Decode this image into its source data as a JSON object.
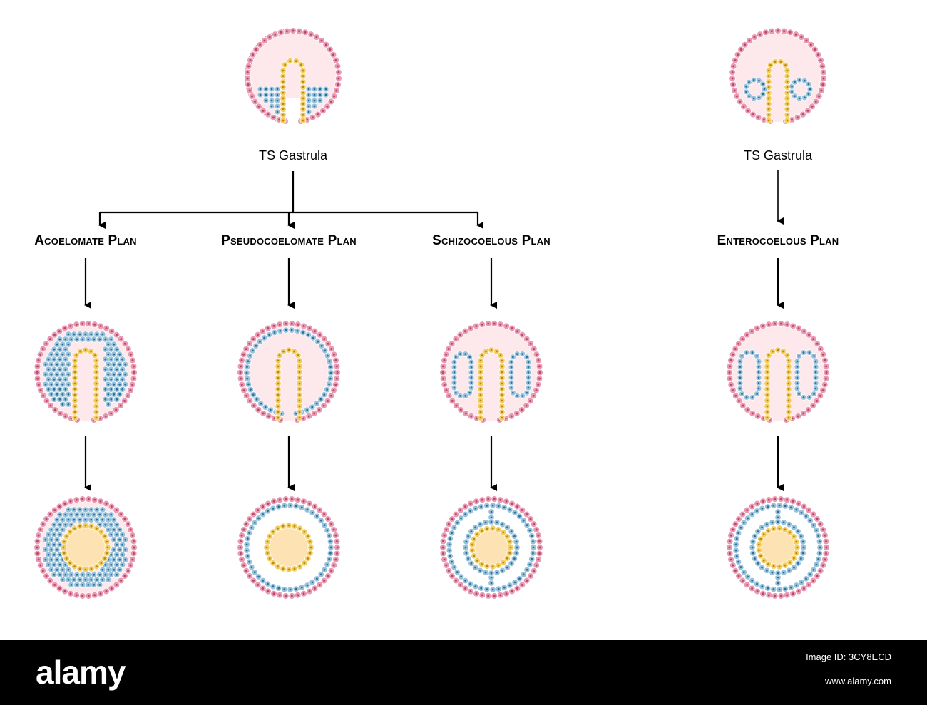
{
  "labels": {
    "gastrula_left": "TS Gastrula",
    "gastrula_right": "TS Gastrula",
    "acoelomate": "Acoelomate Plan",
    "pseudocoelomate": "Pseudocoelomate Plan",
    "schizocoelous": "Schizocoelous Plan",
    "enterocoelous": "Enterocoelous Plan"
  },
  "footer": {
    "logo": "alamy",
    "image_id": "Image ID: 3CY8ECD",
    "site": "www.alamy.com"
  },
  "colors": {
    "ectoderm": "#e89ab2",
    "ectoderm_nucleus": "#b8466b",
    "mesoderm": "#98c2dc",
    "mesoderm_nucleus": "#2d6e95",
    "endoderm": "#f2cd60",
    "endoderm_nucleus": "#b9871d",
    "blastocoel": "#fde8ec",
    "gut": "#fde2b4",
    "arrow": "#000000",
    "footer_bg": "#000000"
  }
}
